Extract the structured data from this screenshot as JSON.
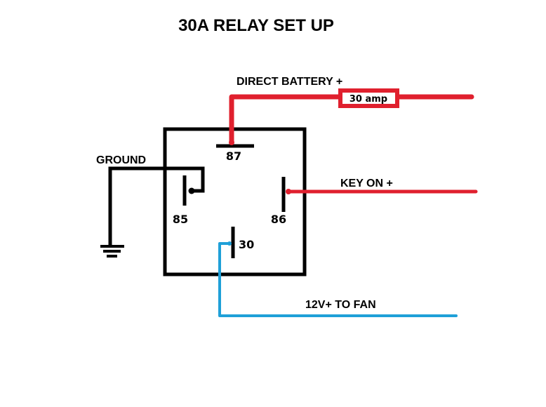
{
  "title": "30A RELAY SET UP",
  "colors": {
    "battery_wire": "#e0202e",
    "key_wire": "#e0202e",
    "fan_wire": "#1fa0d8",
    "ground_wire": "#000000",
    "relay_outline": "#000000"
  },
  "labels": {
    "direct_battery": "DIRECT BATTERY +",
    "fuse": "30 amp",
    "ground": "GROUND",
    "key_on": "KEY ON +",
    "to_fan": "12V+ TO FAN"
  },
  "relay": {
    "name": "30A relay",
    "pins": [
      {
        "id": "87",
        "label": "87",
        "connection": "DIRECT BATTERY + via 30 amp fuse"
      },
      {
        "id": "85",
        "label": "85",
        "connection": "GROUND"
      },
      {
        "id": "86",
        "label": "86",
        "connection": "KEY ON +"
      },
      {
        "id": "30",
        "label": "30",
        "connection": "12V+ TO FAN"
      }
    ]
  },
  "icons": {
    "ground": "ground-symbol-icon",
    "fuse": "fuse-icon"
  }
}
